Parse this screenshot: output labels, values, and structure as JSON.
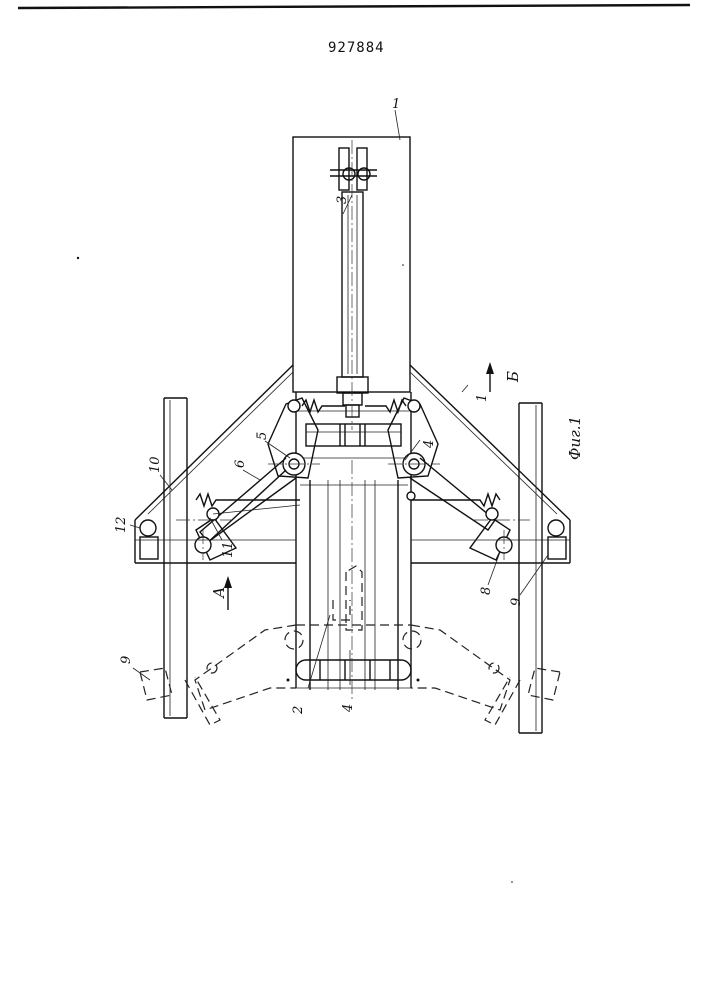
{
  "document": {
    "patent_number": "927884",
    "figure_caption": "Фиг.1"
  },
  "labels": {
    "part_1_top": "1",
    "part_1_right": "1",
    "part_2": "2",
    "part_3": "3",
    "part_4_upper": "4",
    "part_4_lower": "4",
    "part_5": "5",
    "part_6": "6",
    "part_8": "8",
    "part_9_right": "9",
    "part_9_left": "9",
    "part_10": "10",
    "part_11": "11",
    "part_12": "12",
    "view_a": "А",
    "view_b": "Б"
  }
}
